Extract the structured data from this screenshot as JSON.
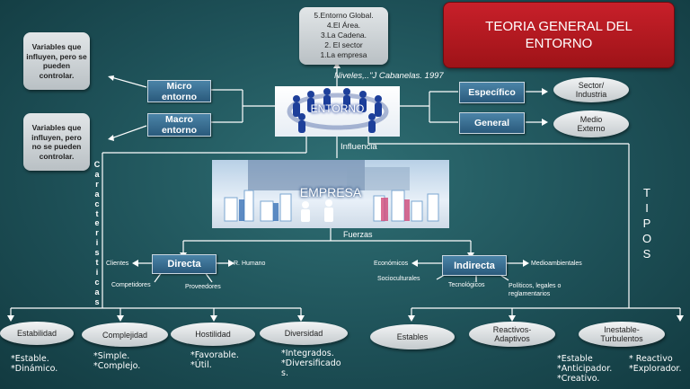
{
  "title": "TEORIA GENERAL DEL ENTORNO",
  "top_box": [
    "5.Entorno Global.",
    "4.El Área.",
    "3.La Cadena.",
    "2. El sector",
    "1.La empresa"
  ],
  "niveles_caption": "Niveles,..\"J Cabanelas. 1997",
  "center_image_label": "ENTORNO",
  "left_notes": {
    "controlable": "Variables que influyen, pero se pueden controlar.",
    "no_controlable": "Variables que influyen, pero no se pueden controlar."
  },
  "left_buttons": {
    "micro": "Micro entorno",
    "macro": "Macro entorno"
  },
  "right_buttons": {
    "especifico": "Específico",
    "general": "General"
  },
  "right_ovals": {
    "sector": "Sector/ Industria",
    "medio": "Medio Externo"
  },
  "influencia": "Influencia",
  "empresa_image_label": "EMPRESA",
  "fuerzas": "Fuerzas",
  "vertical_left": "Caracteristicas",
  "vertical_right": "TIPOS",
  "directa": {
    "label": "Directa",
    "clientes": "Clientes",
    "rhumano": "R. Humano",
    "competidores": "Competidores",
    "proveedores": "Proveedores"
  },
  "indirecta": {
    "label": "Indirecta",
    "economicos": "Económicos",
    "medioambientales": "Medioambientales",
    "socioculturales": "Socioculturales",
    "tecnologicos": "Tecnológicos",
    "politicos": "Políticos, legales o reglamentarios"
  },
  "caracteristicas": [
    {
      "label": "Estabilidad",
      "items": [
        "*Estable.",
        "*Dinámico."
      ]
    },
    {
      "label": "Complejidad",
      "items": [
        "*Simple.",
        "*Complejo."
      ]
    },
    {
      "label": "Hostilidad",
      "items": [
        "*Favorable.",
        "*Útil."
      ]
    },
    {
      "label": "Diversidad",
      "items": [
        "*Integrados.",
        "*Diversificado",
        "s."
      ]
    }
  ],
  "tipos": [
    {
      "label": "Estables"
    },
    {
      "label": "Reactivos- Adaptivos"
    },
    {
      "label": "Inestable- Turbulentos"
    }
  ],
  "tipos_items_left": [
    "*Estable",
    "*Anticipador.",
    "*Creativo."
  ],
  "tipos_items_right": [
    "* Reactivo",
    "*Explorador."
  ],
  "colors": {
    "background": "#1e5158",
    "title_red": "#b81a22",
    "button_blue": "#3a7095"
  }
}
